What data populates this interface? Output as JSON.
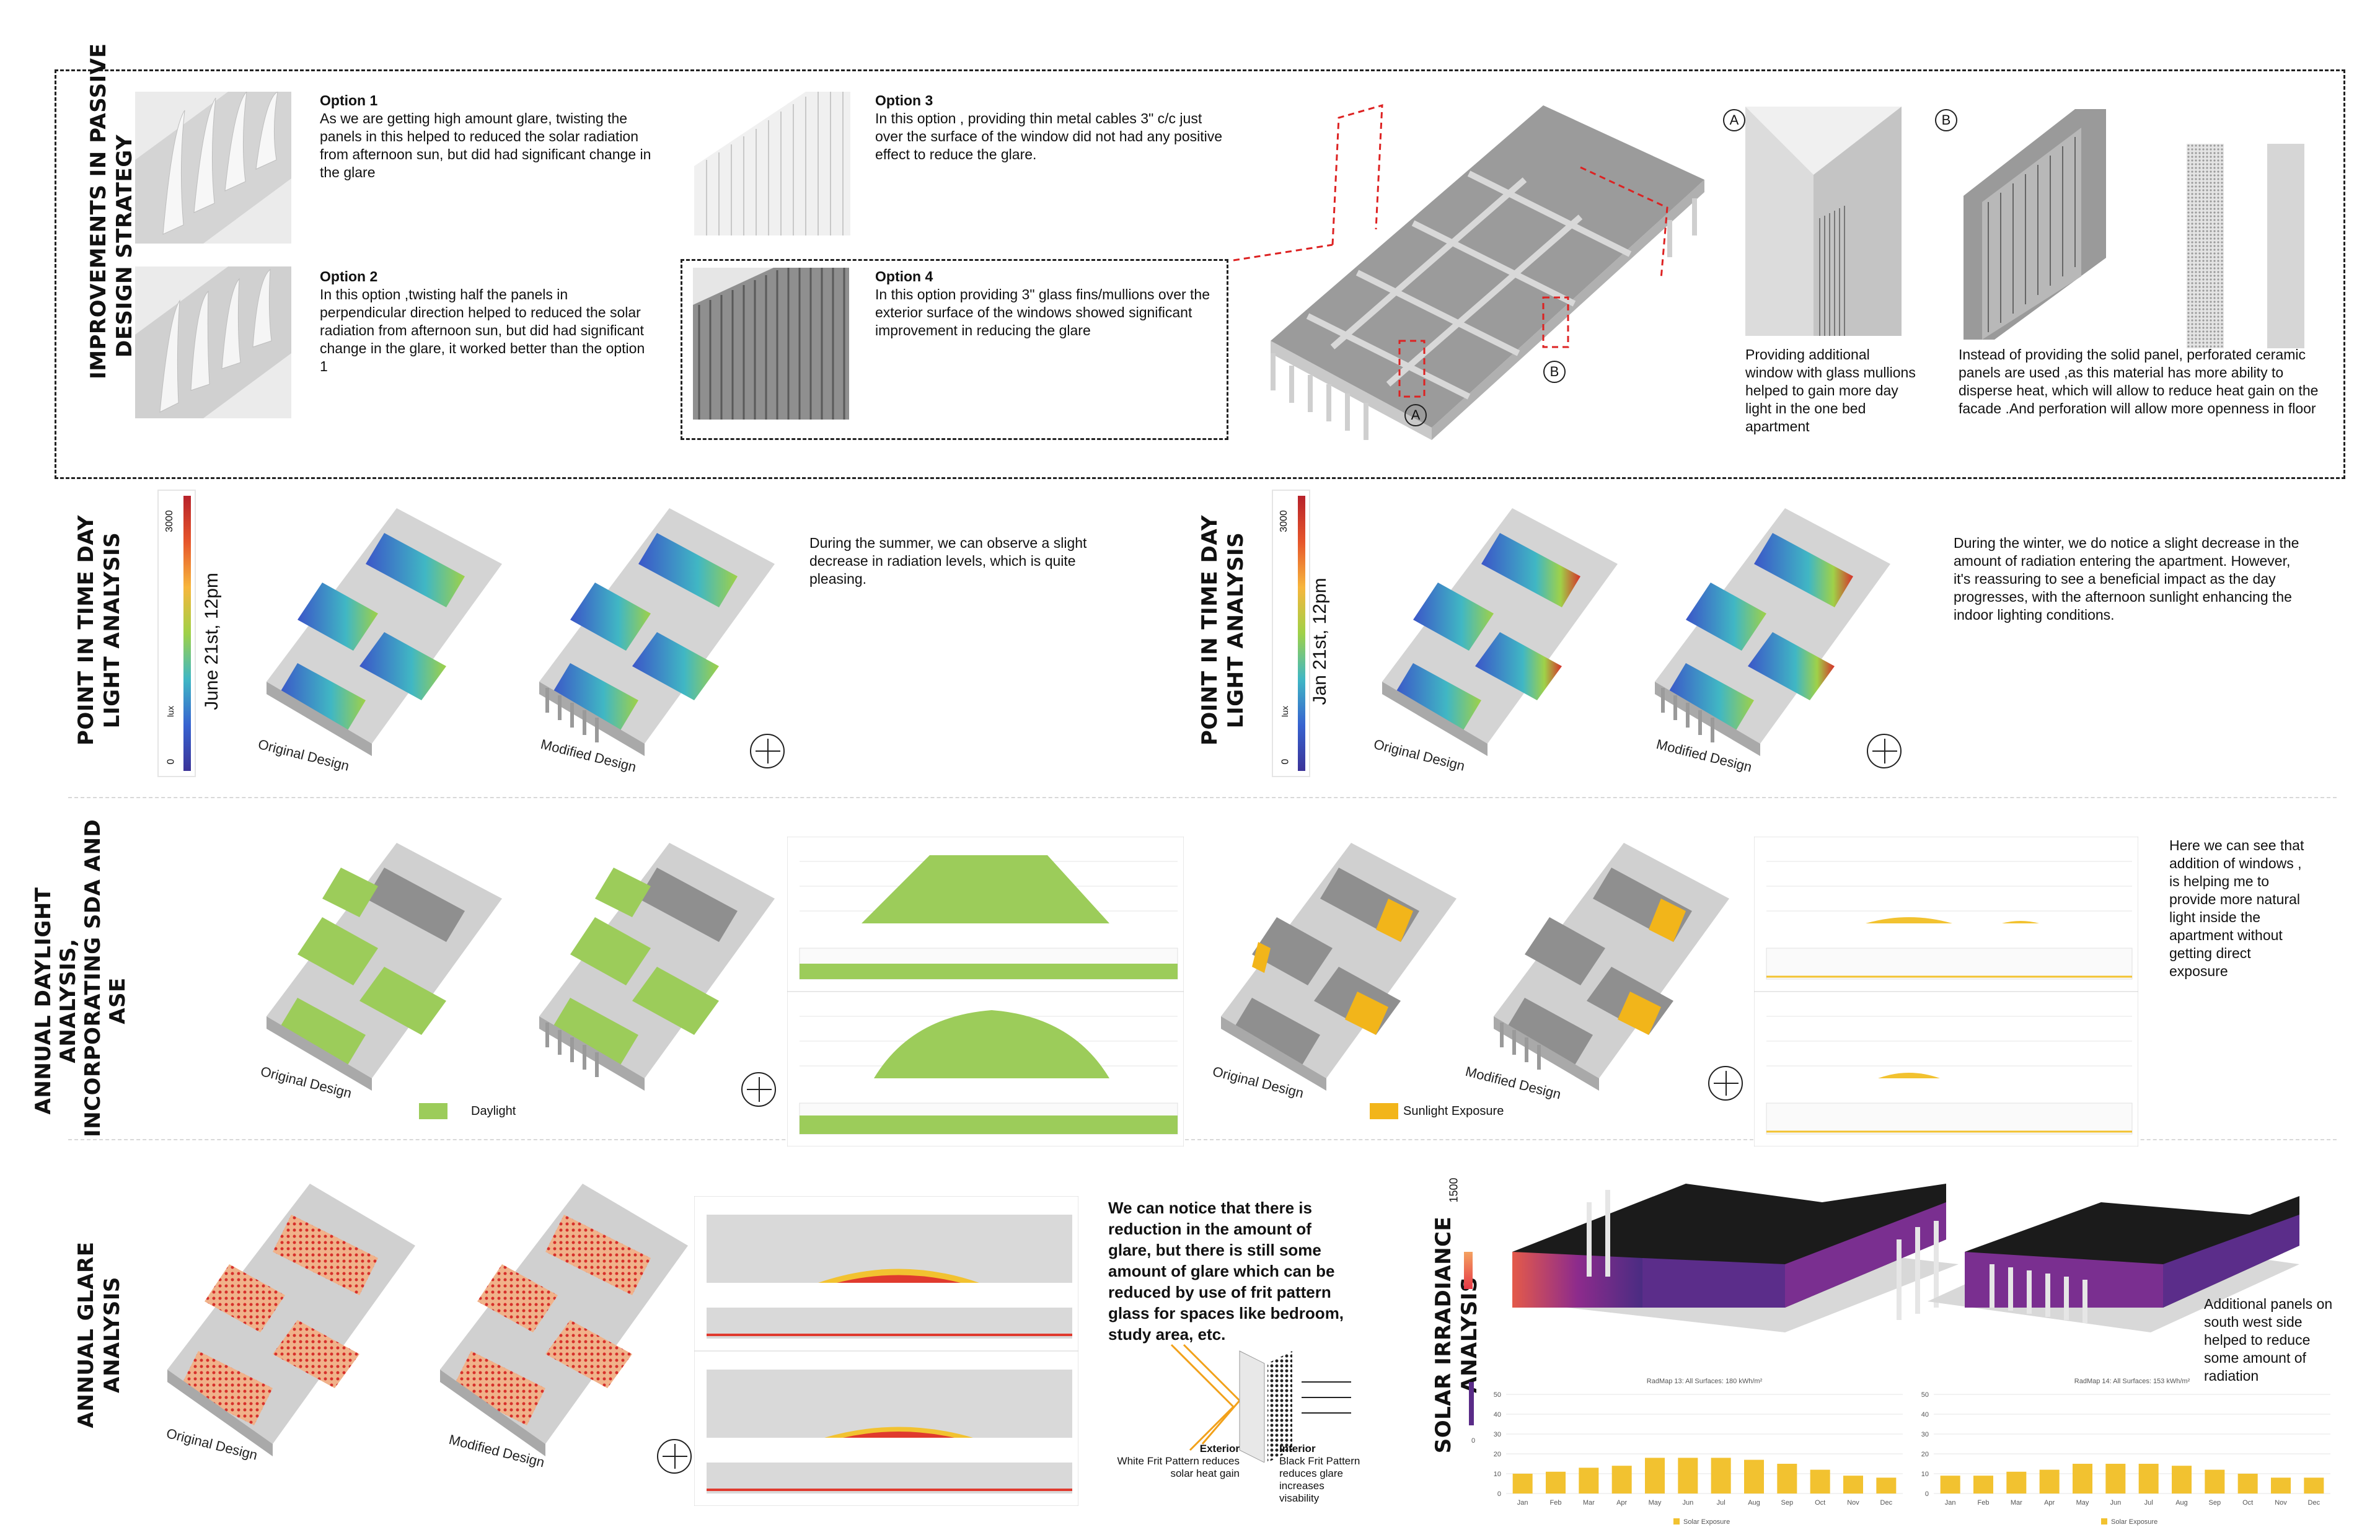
{
  "row1": {
    "title_line1": "IMPROVEMENTS IN PASSIVE",
    "title_line2": "DESIGN STRATEGY",
    "opt1_head": "Option 1",
    "opt1_text": "As we are getting high amount glare, twisting the panels in this helped to reduced the solar radiation from afternoon sun, but did had significant change in the glare",
    "opt2_head": "Option 2",
    "opt2_text": "In this option ,twisting half the panels in perpendicular direction helped to reduced the solar radiation from afternoon sun, but did had significant change in the glare, it worked better than the option 1",
    "opt3_head": "Option 3",
    "opt3_text": "In this option , providing thin metal cables 3\" c/c just over the surface of the window did not had any positive effect to reduce the glare.",
    "opt4_head": "Option 4",
    "opt4_text": "In this option providing 3\" glass fins/mullions over the exterior surface of the windows showed significant improvement in reducing the glare",
    "marker_a": "A",
    "marker_b": "B",
    "a_text": "Providing additional window with glass mullions helped to gain more day light in the one bed apartment",
    "b_text": "Instead of providing the solid panel, perforated ceramic panels are used ,as this material has more ability to disperse heat, which will allow to reduce heat gain on the facade .And perforation will allow more openness in floor"
  },
  "row2": {
    "title_line1": "POINT IN TIME DAY",
    "title_line2": "LIGHT ANALYSIS",
    "summer_label": "June 21st,  12pm",
    "winter_label": "Jan 21st,  12pm",
    "scale_max": "3000",
    "scale_min": "0",
    "scale_unit": "lux",
    "caption_original": "Original Design",
    "caption_modified": "Modified Design",
    "summer_text": "During the summer, we can observe a slight decrease in radiation levels, which is quite pleasing.",
    "winter_text": "During the winter, we do notice a slight decrease in the amount of radiation entering the apartment. However, it's reassuring to see a beneficial impact as the day progresses, with the afternoon sunlight enhancing the indoor lighting conditions."
  },
  "row3": {
    "title_line1": "ANNUAL DAYLIGHT",
    "title_line2": "ANALYSIS,",
    "title_line3": "INCORPORATING SDA AND",
    "title_line4": "ASE",
    "caption_original": "Original Design",
    "caption_modified": "Modified Design",
    "legend_daylight": "Daylight",
    "legend_sunlight": "Sunlight Exposure",
    "side_text": "Here we can see that addition of windows , is helping me to provide more natural light inside the apartment without getting direct exposure",
    "color_daylight": "#9ccc5a",
    "color_sunlight": "#f2b51a"
  },
  "row4": {
    "title_line1": "ANNUAL GLARE",
    "title_line2": "ANALYSIS",
    "caption_original": "Original Design",
    "caption_modified": "Modified Design",
    "glare_text": "We can notice that there is reduction in the amount of glare, but there is still some amount of glare which can be reduced by use of frit pattern glass for spaces like bedroom, study area, etc.",
    "exterior_label": "Exterior",
    "exterior_sub": "White Frit Pattern reduces solar heat gain",
    "interior_label": "Interior",
    "interior_sub": "Black Frit Pattern reduces glare increases visability"
  },
  "row5": {
    "title_line1": "SOLAR IRRADIANCE",
    "title_line2": "ANALYSIS",
    "scale_max": "1500",
    "scale_min": "0",
    "side_text": "Additional panels on south west side helped to reduce some amount of radiation",
    "legend": "Solar Exposure",
    "unit": "kWh/m²"
  },
  "chart_data": [
    {
      "type": "bar",
      "title": "RadMap 13: All Surfaces: 180 kWh/m²",
      "categories": [
        "Jan",
        "Feb",
        "Mar",
        "Apr",
        "May",
        "Jun",
        "Jul",
        "Aug",
        "Sep",
        "Oct",
        "Nov",
        "Dec"
      ],
      "values": [
        10,
        11,
        13,
        14,
        18,
        18,
        18,
        17,
        15,
        12,
        9,
        8
      ],
      "ylim": [
        0,
        50
      ],
      "yticks": [
        0,
        10,
        20,
        30,
        40,
        50
      ],
      "legend": "Solar Exposure",
      "color": "#f2c230"
    },
    {
      "type": "bar",
      "title": "RadMap 14: All Surfaces: 153 kWh/m²",
      "categories": [
        "Jan",
        "Feb",
        "Mar",
        "Apr",
        "May",
        "Jun",
        "Jul",
        "Aug",
        "Sep",
        "Oct",
        "Nov",
        "Dec"
      ],
      "values": [
        9,
        9,
        11,
        12,
        15,
        15,
        15,
        14,
        12,
        10,
        8,
        8
      ],
      "ylim": [
        0,
        50
      ],
      "yticks": [
        0,
        10,
        20,
        30,
        40,
        50
      ],
      "legend": "Solar Exposure",
      "color": "#f2c230"
    }
  ]
}
